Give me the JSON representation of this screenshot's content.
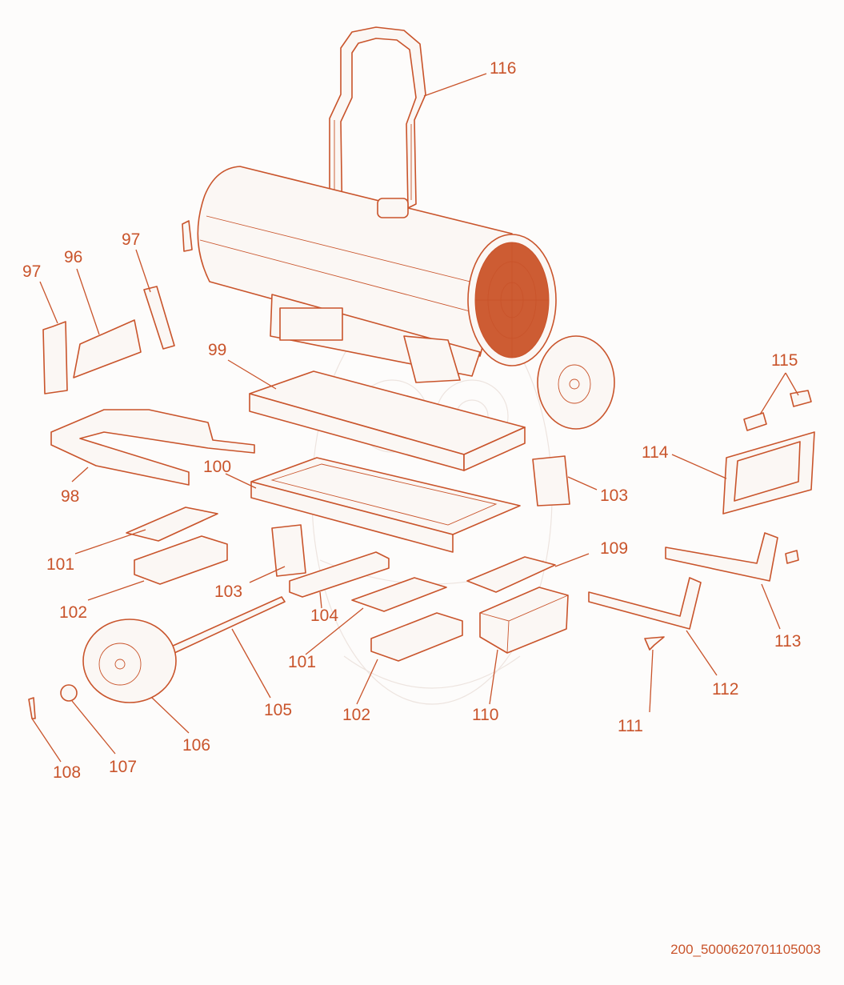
{
  "callouts": [
    {
      "label": "116"
    },
    {
      "label": "97"
    },
    {
      "label": "96"
    },
    {
      "label": "97"
    },
    {
      "label": "99"
    },
    {
      "label": "115"
    },
    {
      "label": "114"
    },
    {
      "label": "98"
    },
    {
      "label": "100"
    },
    {
      "label": "103"
    },
    {
      "label": "101"
    },
    {
      "label": "102"
    },
    {
      "label": "103"
    },
    {
      "label": "104"
    },
    {
      "label": "109"
    },
    {
      "label": "113"
    },
    {
      "label": "101"
    },
    {
      "label": "102"
    },
    {
      "label": "110"
    },
    {
      "label": "105"
    },
    {
      "label": "112"
    },
    {
      "label": "111"
    },
    {
      "label": "106"
    },
    {
      "label": "107"
    },
    {
      "label": "108"
    }
  ],
  "reference_code": "200_5000620701105003",
  "colors": {
    "line": "#c9542b",
    "background": "#fdfcfb",
    "watermark": "#ede4df"
  }
}
